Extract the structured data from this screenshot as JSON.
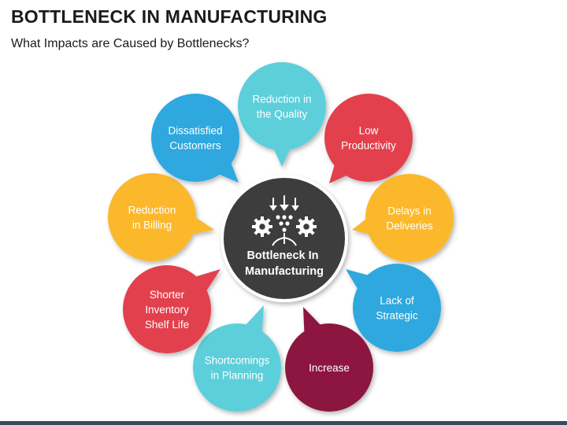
{
  "title": "BOTTLENECK IN MANUFACTURING",
  "subtitle": "What Impacts are Caused by Bottlenecks?",
  "center": {
    "lines": [
      "Bottleneck In",
      "Manufacturing"
    ],
    "color": "#3d3d3d"
  },
  "bubbles": [
    {
      "id": "reduction-in-quality",
      "lines": [
        "Reduction in",
        "the Quality"
      ],
      "color": "#5ccfdb"
    },
    {
      "id": "low-productivity",
      "lines": [
        "Low",
        "Productivity"
      ],
      "color": "#e2414d"
    },
    {
      "id": "delays-in-deliveries",
      "lines": [
        "Delays in",
        "Deliveries"
      ],
      "color": "#fbb82b"
    },
    {
      "id": "lack-of-strategic",
      "lines": [
        "Lack of",
        "Strategic"
      ],
      "color": "#2ea8df"
    },
    {
      "id": "increase",
      "lines": [
        "Increase"
      ],
      "color": "#8c1640"
    },
    {
      "id": "shortcomings-in-planning",
      "lines": [
        "Shortcomings",
        "in Planning"
      ],
      "color": "#5ccfdb"
    },
    {
      "id": "shorter-inventory-shelf-life",
      "lines": [
        "Shorter",
        "Inventory",
        "Shelf Life"
      ],
      "color": "#e2414d"
    },
    {
      "id": "reduction-in-billing",
      "lines": [
        "Reduction",
        "in Billing"
      ],
      "color": "#fbb82b"
    },
    {
      "id": "dissatisfied-customers",
      "lines": [
        "Dissatisfied",
        "Customers"
      ],
      "color": "#2ea8df"
    }
  ]
}
